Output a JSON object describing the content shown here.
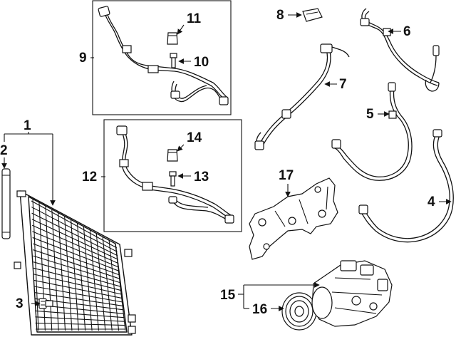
{
  "callouts": {
    "c1": "1",
    "c2": "2",
    "c3": "3",
    "c4": "4",
    "c5": "5",
    "c6": "6",
    "c7": "7",
    "c8": "8",
    "c9": "9",
    "c10": "10",
    "c11": "11",
    "c12": "12",
    "c13": "13",
    "c14": "14",
    "c15": "15",
    "c16": "16",
    "c17": "17"
  }
}
